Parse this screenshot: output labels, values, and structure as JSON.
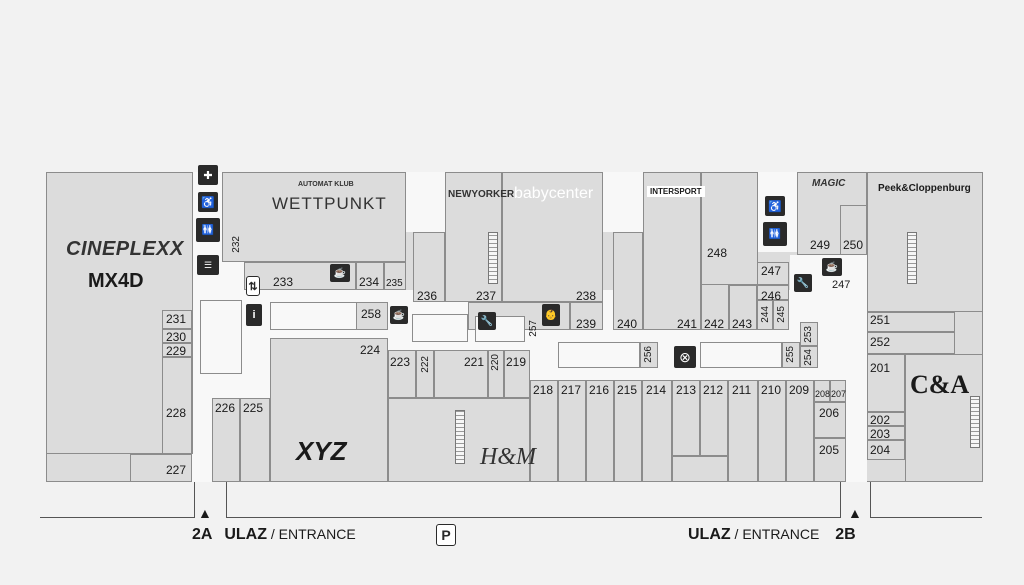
{
  "brands": {
    "cineplexx": "CINEPLEXX",
    "mx4d": "MX4D",
    "wettpunkt_sup": "AUTOMAT KLUB",
    "wettpunkt": "WETTPUNKT",
    "newyorker": "NEWYORKER",
    "babycenter": "babycenter",
    "intersport": "INTERSPORT",
    "magic": "MAGIC",
    "peek": "Peek&Cloppenburg",
    "ca": "C&A",
    "xyz": "XYZ",
    "hm": "H&M"
  },
  "units": [
    "223",
    "222",
    "221",
    "220",
    "219",
    "218",
    "217",
    "216",
    "215",
    "214",
    "213",
    "212",
    "211",
    "210",
    "209",
    "208",
    "207",
    "206",
    "205",
    "204",
    "203",
    "202",
    "201",
    "224",
    "225",
    "226",
    "227",
    "228",
    "229",
    "230",
    "231",
    "232",
    "233",
    "234",
    "235",
    "236",
    "237",
    "238",
    "239",
    "240",
    "241",
    "242",
    "243",
    "244",
    "245",
    "246",
    "247",
    "248",
    "249",
    "250",
    "251",
    "252",
    "253",
    "254",
    "255",
    "256",
    "257",
    "258",
    "247"
  ],
  "entrances": {
    "a_num": "2A",
    "a_label": "ULAZ",
    "a_sub": "/ ENTRANCE",
    "b_label": "ULAZ",
    "b_sub": "/ ENTRANCE",
    "b_num": "2B",
    "parking": "P"
  },
  "icons": {
    "info": "i",
    "toilets": "WC",
    "cafe": "cafe",
    "services": "services"
  },
  "colors": {
    "unit": "#dcdcdc",
    "corridor": "#f8f8f8",
    "outline": "#8c8c8c",
    "icon": "#2a2a2a"
  }
}
